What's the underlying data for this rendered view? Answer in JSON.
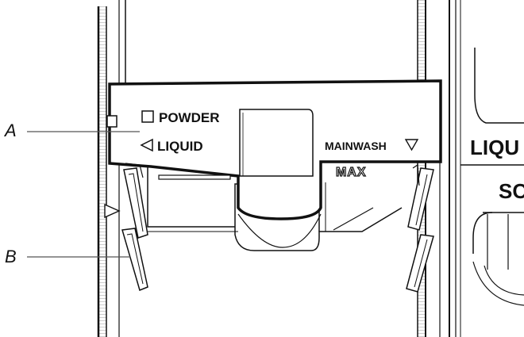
{
  "callouts": {
    "a": "A",
    "b": "B"
  },
  "panel": {
    "powder_label": "POWDER",
    "liquid_label": "LIQUID",
    "mainwash_label": "MAINWASH",
    "max_label": "MAX"
  },
  "side_panel": {
    "liquid_label": "LIQU",
    "sc_label": "SC"
  },
  "icons": {
    "powder": "square-outline-icon",
    "liquid": "left-triangle-outline-icon",
    "mainwash": "down-triangle-outline-icon"
  },
  "colors": {
    "line": "#111111",
    "hatch": "#8a8a8a",
    "background": "#ffffff"
  }
}
